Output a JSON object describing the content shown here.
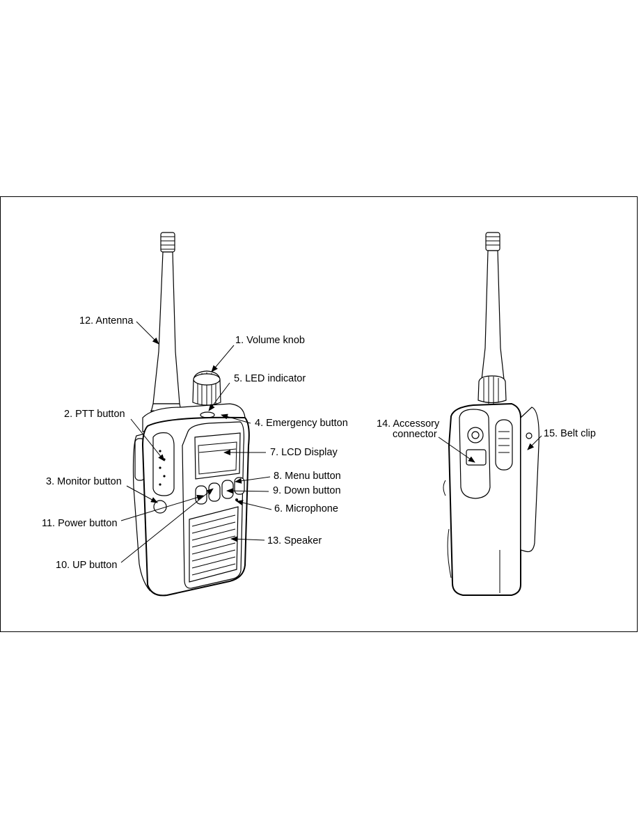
{
  "labels": {
    "antenna": "12. Antenna",
    "volume_knob": "1. Volume knob",
    "led_indicator": "5. LED indicator",
    "ptt_button": "2. PTT button",
    "emergency_button": "4. Emergency button",
    "lcd_display": "7. LCD Display",
    "monitor_button": "3. Monitor button",
    "menu_button": "8. Menu button",
    "down_button": "9. Down button",
    "power_button": "11. Power button",
    "microphone": "6. Microphone",
    "speaker": "13. Speaker",
    "up_button": "10. UP button",
    "accessory_connector_line1": "14. Accessory",
    "accessory_connector_line2": "connector",
    "belt_clip": "15. Belt clip"
  }
}
